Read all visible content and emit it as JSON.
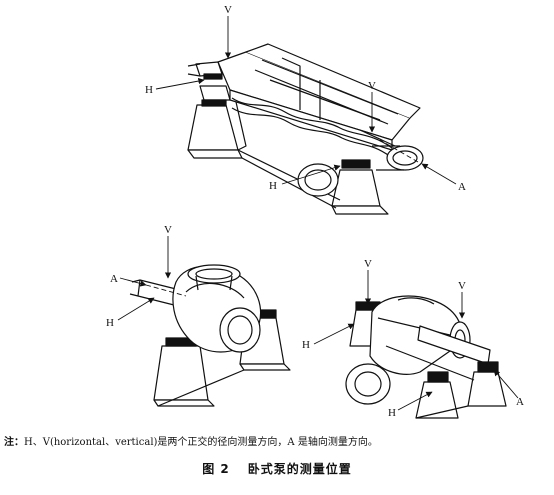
{
  "figure": {
    "pump_top": {
      "labels": {
        "v_left": "V",
        "h_left": "H",
        "v_right": "V",
        "h_bottom": "H",
        "a_right": "A"
      }
    },
    "pump_bottom_left": {
      "labels": {
        "v": "V",
        "a": "A",
        "h": "H"
      }
    },
    "pump_bottom_right": {
      "labels": {
        "v_left": "V",
        "h_left": "H",
        "v_right": "V",
        "h_bottom": "H",
        "a_right": "A"
      }
    }
  },
  "note": {
    "label": "注：",
    "text": "H、V(horizontal、vertical)是两个正交的径向测量方向，A 是轴向测量方向。"
  },
  "caption": {
    "number": "图 2",
    "title": "卧式泵的测量位置"
  }
}
